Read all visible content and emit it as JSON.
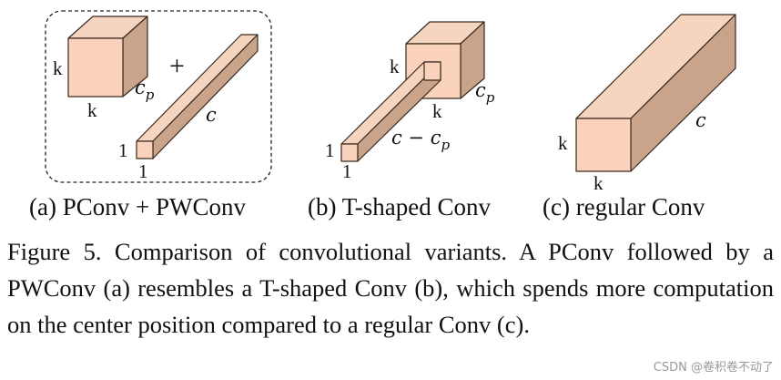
{
  "figure": {
    "labels": {
      "a_k_side": "k",
      "a_k_bottom": "k",
      "a_c": "c",
      "a_cp": "c",
      "a_cp_sub": "p",
      "plus": "+",
      "a_one_side": "1",
      "a_one_bottom": "1",
      "b_k_side": "k",
      "b_k_bottom": "k",
      "b_cp": "c",
      "b_cp_sub": "p",
      "b_c_minus_cp": "c − c",
      "b_c_minus_cp_sub": "p",
      "b_one_side": "1",
      "b_one_bottom": "1",
      "c_k_side": "k",
      "c_k_bottom": "k",
      "c_c": "c"
    },
    "subcaptions": {
      "a": "(a) PConv + PWConv",
      "b": "(b) T-shaped Conv",
      "c": "(c) regular Conv"
    }
  },
  "caption": "Figure 5.  Comparison of convolutional variants.  A PConv followed by a PWConv (a) resembles a T-shaped Conv (b), which spends more computation on the center position compared to a regular Conv (c).",
  "watermark": "CSDN @卷积卷不动了",
  "colors": {
    "front": "#fbd3bc",
    "top": "#f5d5c0",
    "side": "#c9a38a",
    "edge": "#3a2a20",
    "dashed_border": "#222222"
  }
}
